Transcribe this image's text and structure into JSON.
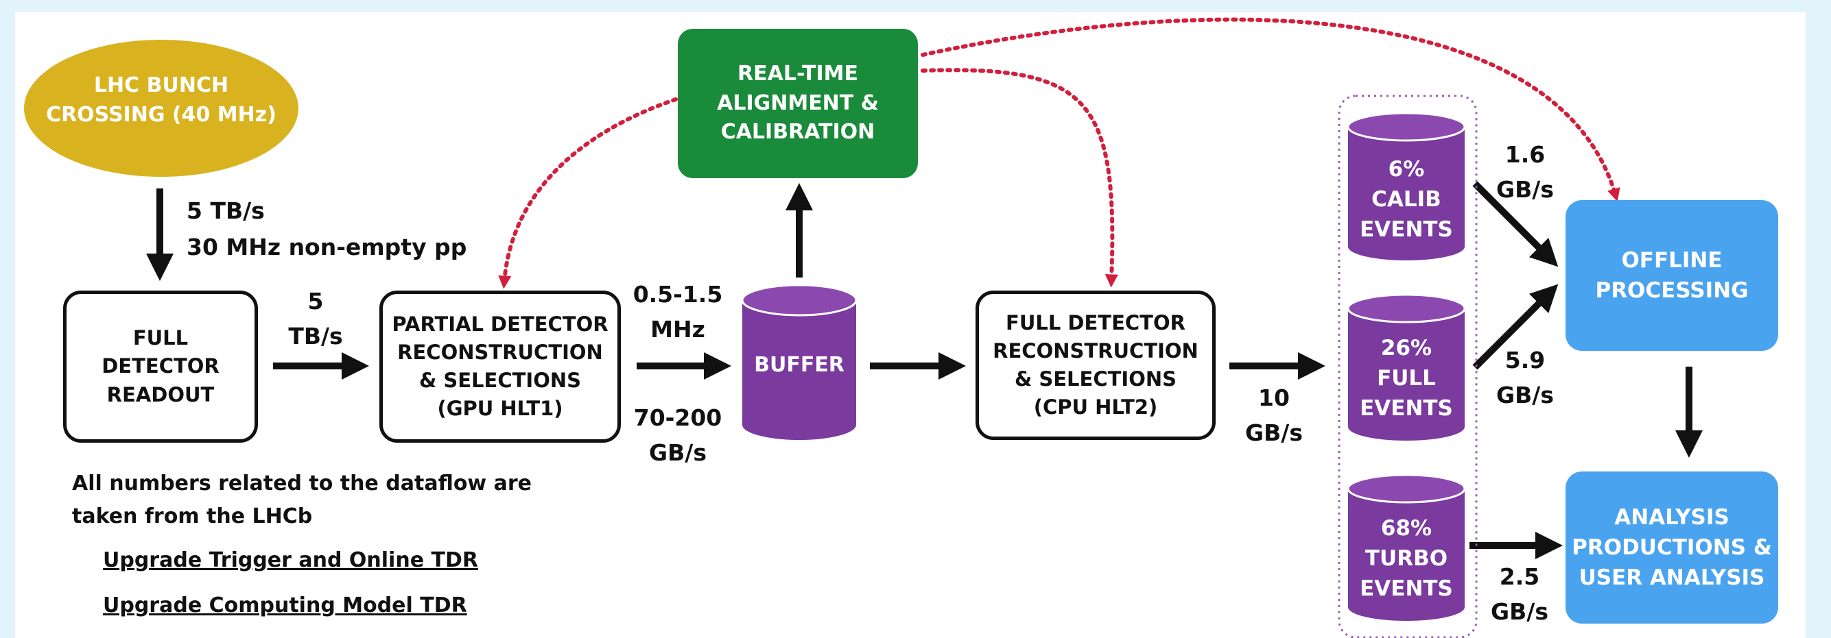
{
  "nodes": {
    "lhc": "LHC BUNCH\nCROSSING (40 MHz)",
    "readout": "FULL\nDETECTOR\nREADOUT",
    "hlt1": "PARTIAL DETECTOR\nRECONSTRUCTION\n& SELECTIONS\n(GPU HLT1)",
    "buffer": "BUFFER",
    "alignment": "REAL-TIME\nALIGNMENT &\nCALIBRATION",
    "hlt2": "FULL DETECTOR\nRECONSTRUCTION\n& SELECTIONS\n(CPU HLT2)",
    "calib": "6%\nCALIB\nEVENTS",
    "full": "26%\nFULL\nEVENTS",
    "turbo": "68%\nTURBO\nEVENTS",
    "offline": "OFFLINE\nPROCESSING",
    "analysis": "ANALYSIS\nPRODUCTIONS &\nUSER ANALYSIS"
  },
  "rates": {
    "lhc_to_readout": "5 TB/s\n30 MHz non-empty pp",
    "readout_to_hlt1": "5\nTB/s",
    "hlt1_rate_top": "0.5-1.5\nMHz",
    "hlt1_rate_bottom": "70-200\nGB/s",
    "hlt2_out": "10\nGB/s",
    "calib_rate": "1.6\nGB/s",
    "full_rate": "5.9\nGB/s",
    "turbo_rate": "2.5\nGB/s"
  },
  "note": {
    "text": "All numbers related to the dataflow are\ntaken from the LHCb",
    "link1": "Upgrade Trigger and Online TDR",
    "link2": "Upgrade Computing Model TDR"
  },
  "colors": {
    "lhc": "#d9b21f",
    "green": "#1a8a3b",
    "purple": "#7a3a9e",
    "blue": "#4aa3ee",
    "dotted_arrow": "#d21f3c"
  }
}
